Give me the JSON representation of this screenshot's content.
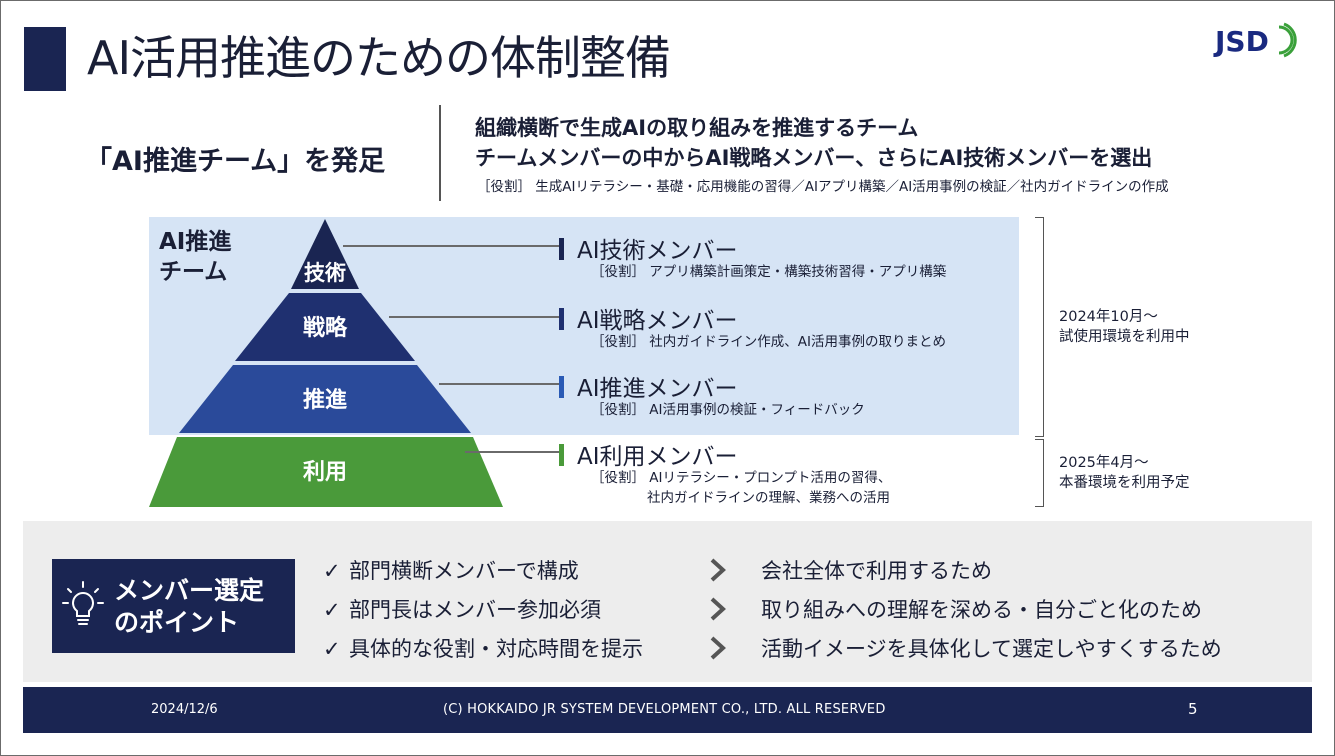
{
  "title": "AI活用推進のための体制整備",
  "logo_text": "JSD",
  "launch_heading": "「AI推進チーム」を発足",
  "description": {
    "line1": "組織横断で生成AIの取り組みを推進するチーム",
    "line2": "チームメンバーの中からAI戦略メンバー、さらにAI技術メンバーを選出",
    "role": "［役割］ 生成AIリテラシー・基礎・応用機能の習得／AIアプリ構築／AI活用事例の検証／社内ガイドラインの作成"
  },
  "team_label_line1": "AI推進",
  "team_label_line2": "チーム",
  "pyramid": {
    "levels": [
      {
        "label": "技術",
        "color": "#1a2552"
      },
      {
        "label": "戦略",
        "color": "#1f3070"
      },
      {
        "label": "推進",
        "color": "#2a4a9a"
      },
      {
        "label": "利用",
        "color": "#4a9a3a"
      }
    ]
  },
  "members": [
    {
      "name": "AI技術メンバー",
      "role1": "［役割］ アプリ構築計画策定・構築技術習得・アプリ構築",
      "role2": "",
      "bar_color": "#1a2552"
    },
    {
      "name": "AI戦略メンバー",
      "role1": "［役割］ 社内ガイドライン作成、AI活用事例の取りまとめ",
      "role2": "",
      "bar_color": "#1f3070"
    },
    {
      "name": "AI推進メンバー",
      "role1": "［役割］ AI活用事例の検証・フィードバック",
      "role2": "",
      "bar_color": "#2a5ab5"
    },
    {
      "name": "AI利用メンバー",
      "role1": "［役割］ AIリテラシー・プロンプト活用の習得、",
      "role2": "社内ガイドラインの理解、業務への活用",
      "bar_color": "#4a9a3a"
    }
  ],
  "periods": {
    "trial_line1": "2024年10月～",
    "trial_line2": "試使用環境を利用中",
    "prod_line1": "2025年4月～",
    "prod_line2": "本番環境を利用予定"
  },
  "points": {
    "badge_line1": "メンバー選定",
    "badge_line2": "のポイント",
    "checks": [
      "部門横断メンバーで構成",
      "部門長はメンバー参加必須",
      "具体的な役割・対応時間を提示"
    ],
    "reasons": [
      "会社全体で利用するため",
      "取り組みへの理解を深める・自分ごと化のため",
      "活動イメージを具体化して選定しやすくするため"
    ]
  },
  "footer": {
    "date": "2024/12/6",
    "copyright": "(C) HOKKAIDO JR SYSTEM DEVELOPMENT CO., LTD. ALL RESERVED",
    "page": "5"
  }
}
